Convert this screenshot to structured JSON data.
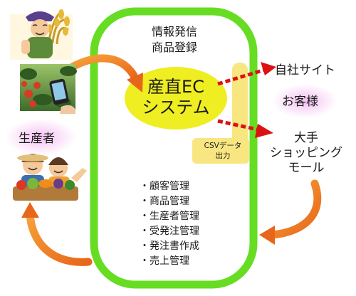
{
  "diagram": {
    "system": {
      "top_label": [
        "情報発信",
        "商品登録"
      ],
      "title": [
        "産直EC",
        "システム"
      ],
      "features": [
        "顧客管理",
        "商品管理",
        "生産者管理",
        "受発注管理",
        "発注書作成",
        "売上管理"
      ]
    },
    "csv_output": [
      "CSVデータ",
      "出力"
    ],
    "targets": {
      "own_site": "自社サイト",
      "customer": "お客様",
      "mall": [
        "大手",
        "ショッピング",
        "モール"
      ]
    },
    "producer": "生産者",
    "icons": [
      "farmer-with-rice-icon",
      "smartphone-in-greenhouse-photo",
      "farmers-with-vegetables-icon"
    ],
    "colors": {
      "frame": "#66dd22",
      "ec_bubble": "#eeee22",
      "csv_box": "#f8e680",
      "dashed_arrow": "#dd1111",
      "orange_arrow": "#f07a1c",
      "glow": "#f4b8f0"
    }
  }
}
